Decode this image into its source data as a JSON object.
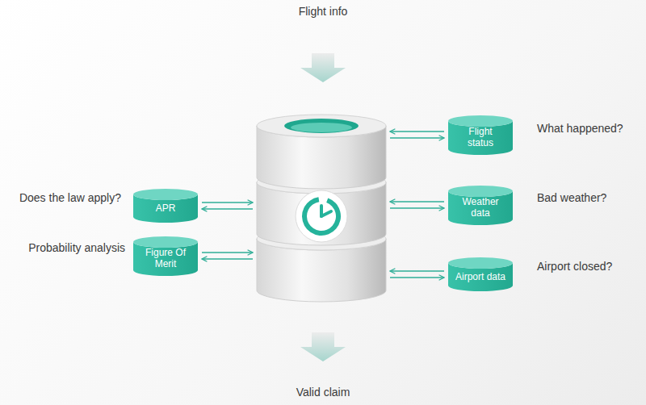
{
  "diagram": {
    "nodes": [
      {
        "text": []
      },
      {
        "text": [
          "Flight status"
        ]
      },
      {
        "text": [
          "APR"
        ]
      },
      {
        "text": [
          "Weather data"
        ]
      },
      {
        "text": [
          "Figure Of Merit"
        ]
      },
      {
        "text": [
          "Airport data"
        ]
      }
    ],
    "edges": [
      {
        "from": 1,
        "to": 0,
        "arrow": "to"
      },
      {
        "from": 0,
        "to": 1,
        "arrow": "to"
      },
      {
        "from": 2,
        "to": 0,
        "arrow": "to"
      },
      {
        "from": 0,
        "to": 2,
        "arrow": "to"
      },
      {
        "from": 3,
        "to": 0,
        "arrow": "to"
      },
      {
        "from": 0,
        "to": 3,
        "arrow": "to"
      },
      {
        "from": 4,
        "to": 0,
        "arrow": "to"
      },
      {
        "from": 0,
        "to": 4,
        "arrow": "to"
      },
      {
        "from": 5,
        "to": 0,
        "arrow": "to"
      },
      {
        "from": 0,
        "to": 5,
        "arrow": "to"
      }
    ],
    "labels": [
      "Flight info",
      "What happened?",
      "Does the law apply?",
      "Bad weather?",
      "Probability analysis",
      "Airport closed?",
      "Valid claim"
    ]
  }
}
